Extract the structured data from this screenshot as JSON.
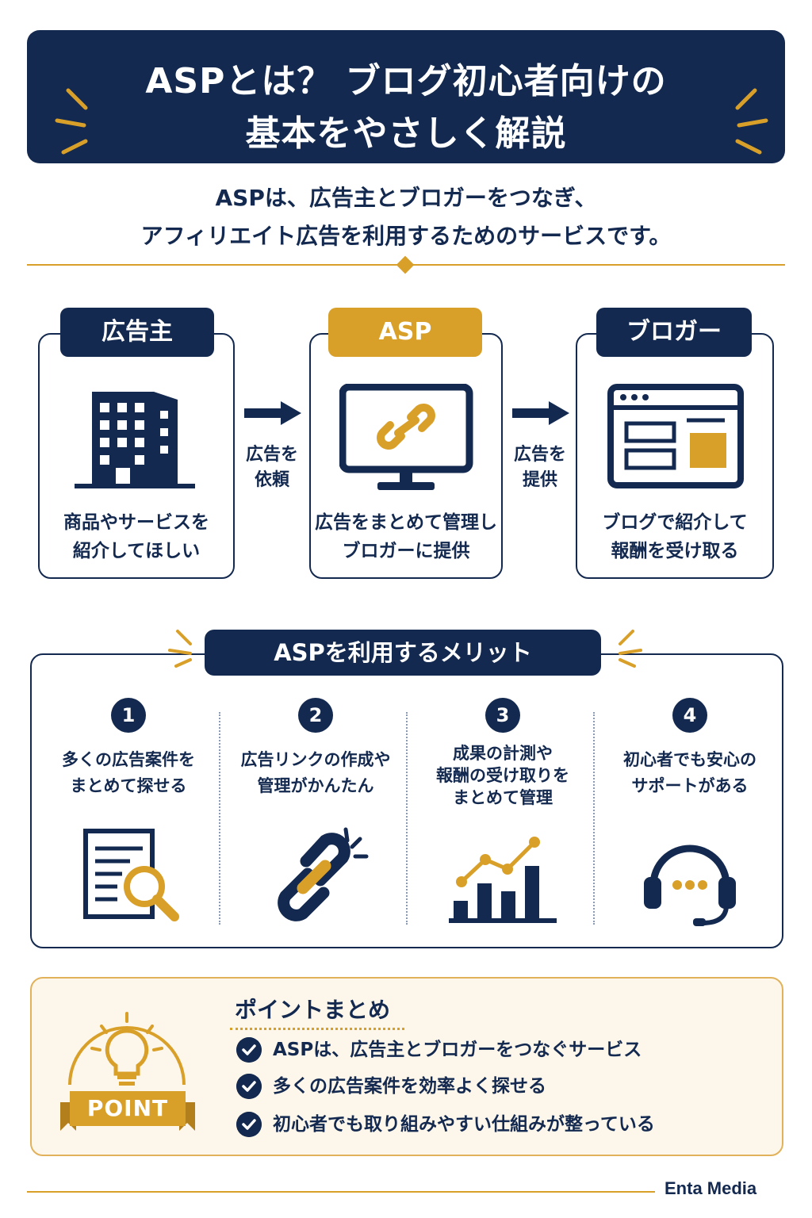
{
  "title": {
    "line1": "ASPとは？ ブログ初心者向けの",
    "line2": "基本をやさしく解説"
  },
  "intro": {
    "line1": "ASPは、広告主とブロガーをつなぎ、",
    "line2": "アフィリエイト広告を利用するためのサービスです。"
  },
  "flow": {
    "advertiser": {
      "label": "広告主",
      "icon": "building-icon",
      "desc1": "商品やサービスを",
      "desc2": "紹介してほしい"
    },
    "arrow1": {
      "line1": "広告を",
      "line2": "依頼"
    },
    "asp": {
      "label": "ASP",
      "icon": "monitor-link-icon",
      "desc1": "広告をまとめて管理し",
      "desc2": "ブロガーに提供"
    },
    "arrow2": {
      "line1": "広告を",
      "line2": "提供"
    },
    "blogger": {
      "label": "ブロガー",
      "icon": "browser-window-icon",
      "desc1": "ブログで紹介して",
      "desc2": "報酬を受け取る"
    }
  },
  "merits": {
    "title": "ASPを利用するメリット",
    "items": [
      {
        "num": "1",
        "line1": "多くの広告案件を",
        "line2": "まとめて探せる",
        "icon": "document-search-icon"
      },
      {
        "num": "2",
        "line1": "広告リンクの作成や",
        "line2": "管理がかんたん",
        "icon": "chain-link-icon"
      },
      {
        "num": "3",
        "line1": "成果の計測や",
        "line2": "報酬の受け取りを",
        "line3": "まとめて管理",
        "icon": "bar-chart-icon"
      },
      {
        "num": "4",
        "line1": "初心者でも安心の",
        "line2": "サポートがある",
        "icon": "headset-icon"
      }
    ]
  },
  "point": {
    "heading": "ポイントまとめ",
    "badge": "POINT",
    "items": [
      "ASPは、広告主とブロガーをつなぐサービス",
      "多くの広告案件を効率よく探せる",
      "初心者でも取り組みやすい仕組みが整っている"
    ]
  },
  "footer": {
    "brand": "Enta Media"
  },
  "colors": {
    "navy": "#13294f",
    "gold": "#d9a029",
    "cream": "#fdf6ea"
  }
}
